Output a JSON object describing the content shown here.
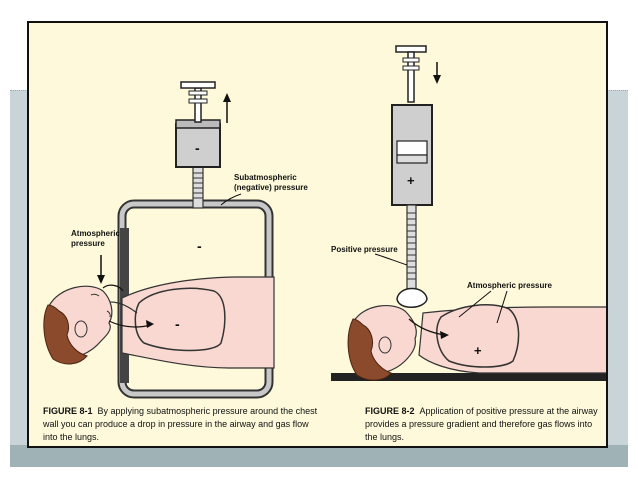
{
  "figure1": {
    "label_atmospheric": "Atmospheric",
    "label_pressure": "pressure",
    "label_subatm_line1": "Subatmospheric",
    "label_subatm_line2": "(negative) pressure",
    "syringe_sign": "-",
    "chamber_sign": "-",
    "lung_sign": "-",
    "caption_label": "FIGURE 8-1",
    "caption_text": "By applying subatmospheric pressure around the chest wall you can produce a drop in pressure in the airway and gas flow into the lungs."
  },
  "figure2": {
    "label_positive": "Positive pressure",
    "label_atmospheric": "Atmospheric pressure",
    "syringe_sign": "+",
    "lung_sign": "+",
    "caption_label": "FIGURE 8-2",
    "caption_text": "Application of positive pressure at the airway provides a pressure gradient and therefore gas flows into the lungs."
  },
  "colors": {
    "panel_bg": "#fdf9da",
    "skin": "#f8d8d0",
    "hair": "#8b4a2b",
    "device_gray": "#c8c8c8",
    "slide_band": "#c9d4d9"
  }
}
